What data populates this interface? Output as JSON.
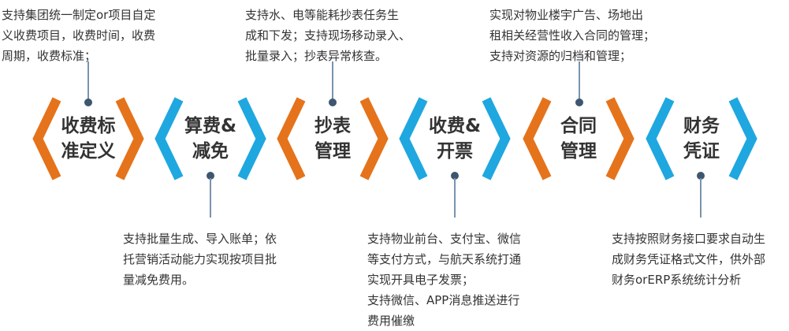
{
  "steps": [
    {
      "line1": "收费标",
      "line2": "准定义",
      "color": "#e5731b",
      "desc_pos": "top",
      "desc": [
        "支持集团统一制定or项目自定",
        "义收费项目，收费时间，收费",
        "周期，收费标准；"
      ]
    },
    {
      "line1": "算费&",
      "line2": "减免",
      "color": "#1fa7e0",
      "desc_pos": "bottom",
      "desc": [
        "支持批量生成、导入账单；依",
        "托营销活动能力实现按项目批",
        "量减免费用。"
      ]
    },
    {
      "line1": "抄表",
      "line2": "管理",
      "color": "#e5731b",
      "desc_pos": "top",
      "desc": [
        "支持水、电等能耗抄表任务生",
        "成和下发；支持现场移动录入、",
        "批量录入；抄表异常核查。"
      ]
    },
    {
      "line1": "收费&",
      "line2": "开票",
      "color": "#1fa7e0",
      "desc_pos": "bottom",
      "desc": [
        "支持物业前台、支付宝、微信",
        "等支付方式，与航天系统打通",
        "实现开具电子发票；",
        "支持微信、APP消息推送进行",
        "费用催缴"
      ]
    },
    {
      "line1": "合同",
      "line2": "管理",
      "color": "#e5731b",
      "desc_pos": "top",
      "desc": [
        "实现对物业楼宇广告、场地出",
        "租相关经营性收入合同的管理；",
        "支持对资源的归档和管理；"
      ]
    },
    {
      "line1": "财务",
      "line2": "凭证",
      "color": "#1fa7e0",
      "desc_pos": "bottom",
      "desc": [
        "支持按照财务接口要求自动生",
        "成财务凭证格式文件，供外部",
        "财务orERP系统统计分析"
      ]
    }
  ]
}
